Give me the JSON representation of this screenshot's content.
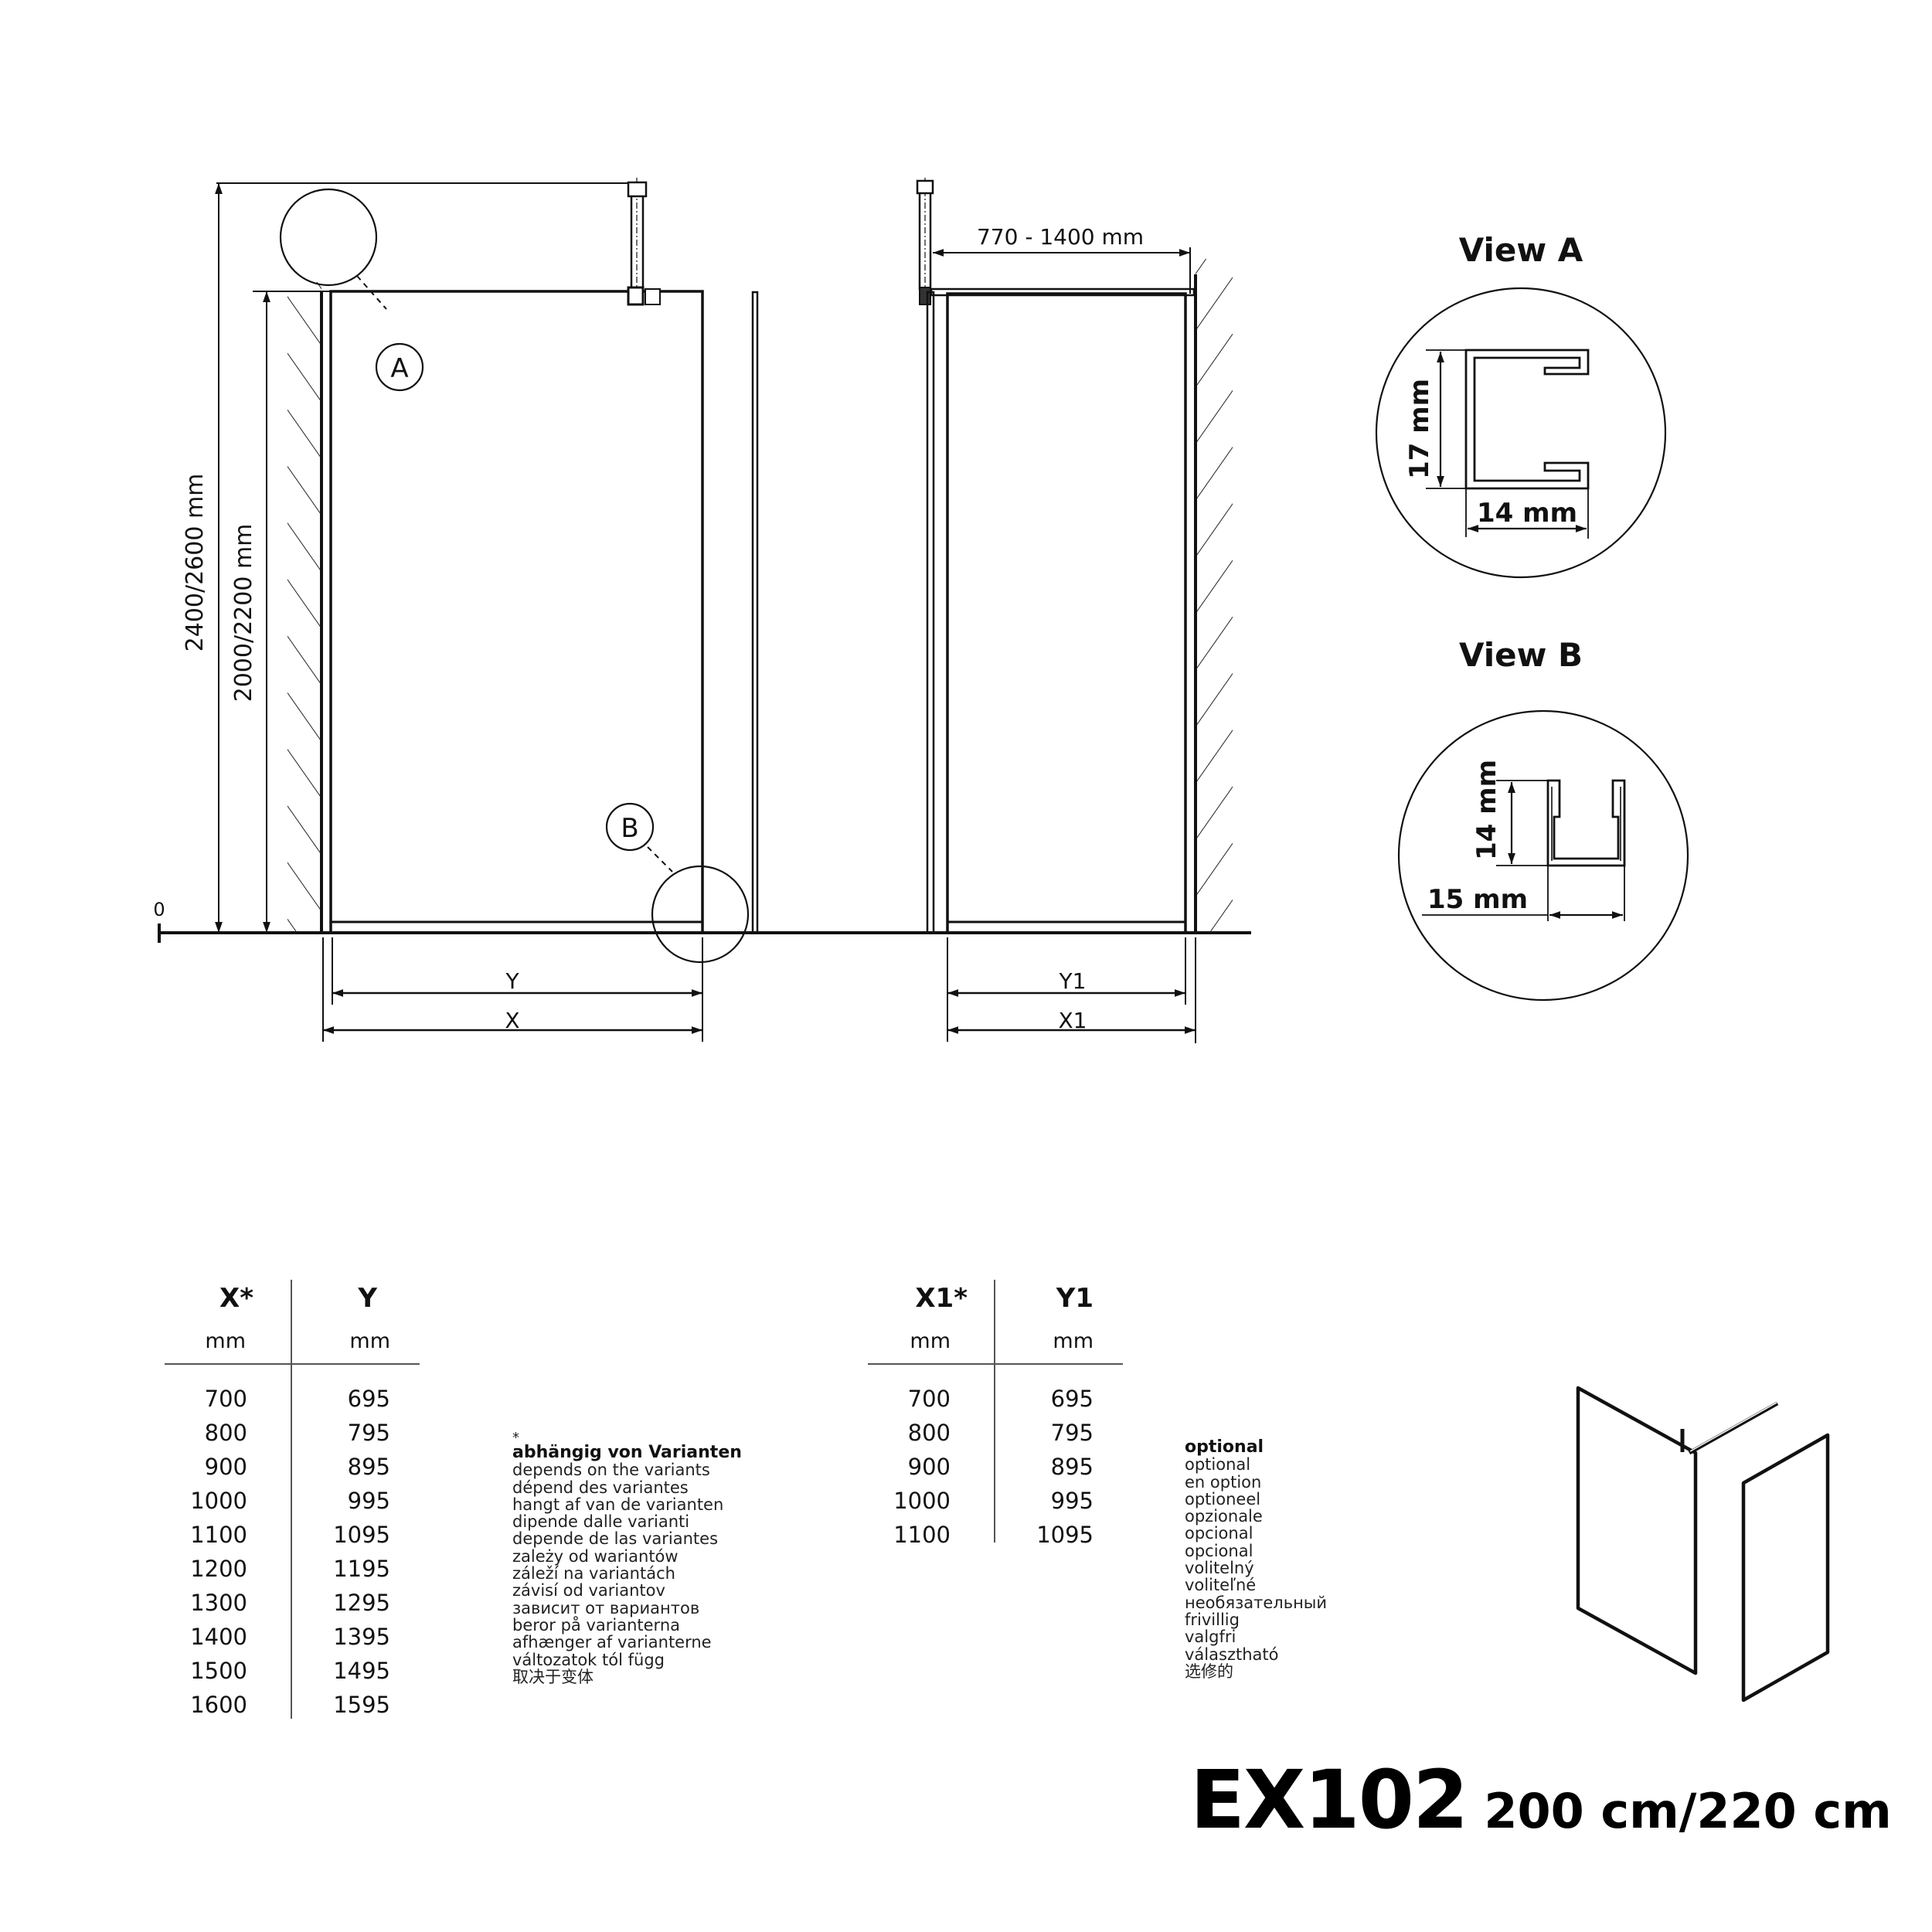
{
  "drawing": {
    "front_view": {
      "label_total_height": "2400/2600 mm",
      "label_panel_height": "2000/2200 mm",
      "label_zero": "0",
      "callout_a": "A",
      "callout_b": "B",
      "dim_inner": "Y",
      "dim_outer": "X"
    },
    "side_view": {
      "label_bar_length": "770 - 1400 mm",
      "dim_inner": "Y1",
      "dim_outer": "X1"
    },
    "view_a": {
      "title": "View A",
      "height_label": "17 mm",
      "width_label": "14 mm"
    },
    "view_b": {
      "title": "View B",
      "height_label": "14 mm",
      "width_label": "15 mm"
    }
  },
  "table_left": {
    "headers": [
      "X*",
      "Y"
    ],
    "units": [
      "mm",
      "mm"
    ],
    "rows": [
      [
        "700",
        "695"
      ],
      [
        "800",
        "795"
      ],
      [
        "900",
        "895"
      ],
      [
        "1000",
        "995"
      ],
      [
        "1100",
        "1095"
      ],
      [
        "1200",
        "1195"
      ],
      [
        "1300",
        "1295"
      ],
      [
        "1400",
        "1395"
      ],
      [
        "1500",
        "1495"
      ],
      [
        "1600",
        "1595"
      ]
    ]
  },
  "table_right": {
    "headers": [
      "X1*",
      "Y1"
    ],
    "units": [
      "mm",
      "mm"
    ],
    "rows": [
      [
        "700",
        "695"
      ],
      [
        "800",
        "795"
      ],
      [
        "900",
        "895"
      ],
      [
        "1000",
        "995"
      ],
      [
        "1100",
        "1095"
      ]
    ]
  },
  "note_variants": {
    "marker": "*",
    "heading": "abhängig von Varianten",
    "lines": [
      "depends on the variants",
      "dépend des variantes",
      "hangt af van de varianten",
      "dipende dalle varianti",
      "depende de las variantes",
      "zależy od wariantów",
      "záleží na variantách",
      "závisí od variantov",
      "зависит от вариантов",
      "beror på varianterna",
      "afhænger af varianterne",
      "változatok tól függ",
      "取决于变体"
    ]
  },
  "note_optional": {
    "heading": "optional",
    "lines": [
      "optional",
      "en option",
      "optioneel",
      "opzionale",
      "opcional",
      "opcional",
      "volitelný",
      "voliteľné",
      "необязательный",
      "frivillig",
      "valgfri",
      "választható",
      "选修的"
    ]
  },
  "product": {
    "model": "EX102",
    "size": "200 cm/220 cm"
  }
}
